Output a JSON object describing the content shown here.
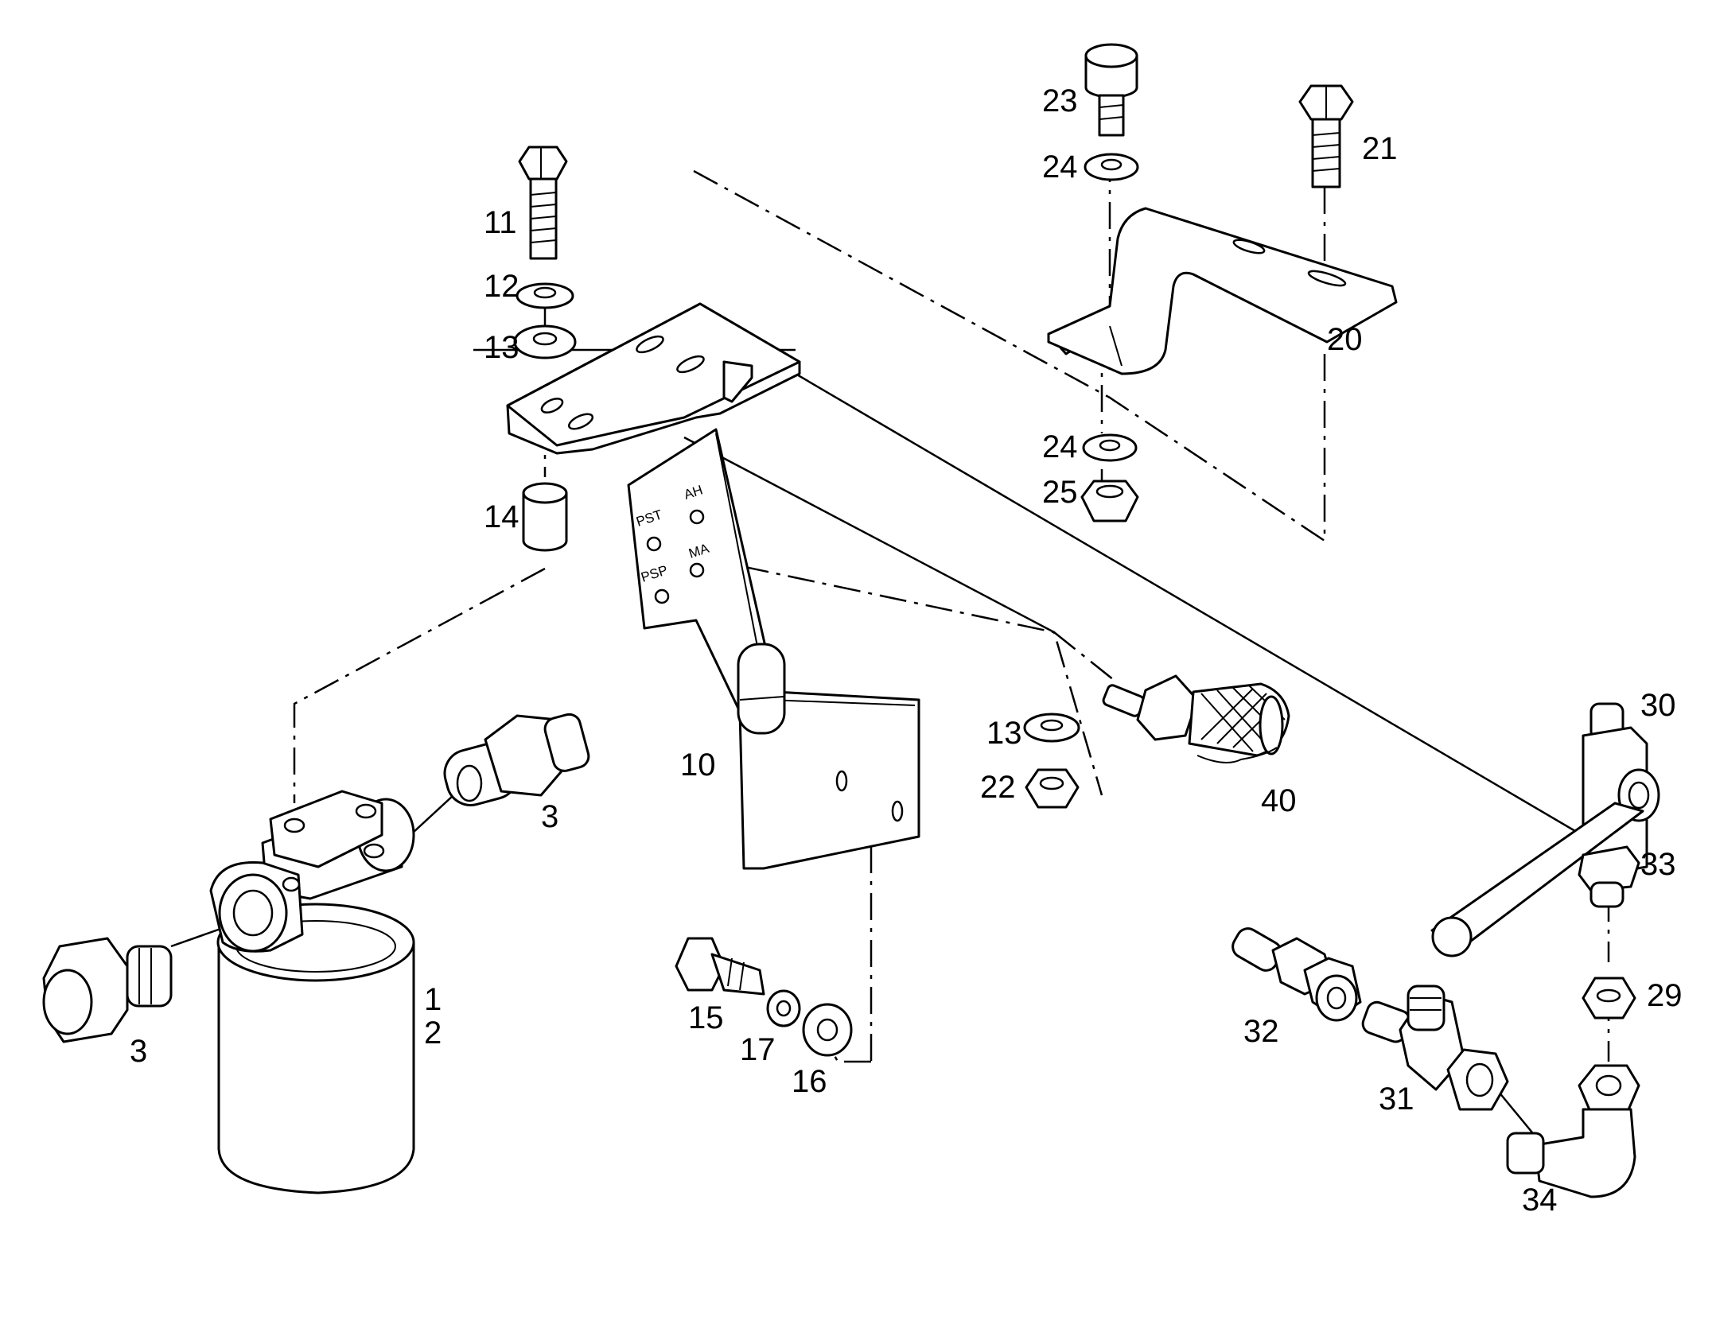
{
  "callouts": {
    "c1": "1",
    "c2": "2",
    "c3a": "3",
    "c3b": "3",
    "c10": "10",
    "c11": "11",
    "c12": "12",
    "c13a": "13",
    "c13b": "13",
    "c14": "14",
    "c15": "15",
    "c16": "16",
    "c17": "17",
    "c20": "20",
    "c21": "21",
    "c22": "22",
    "c23": "23",
    "c24a": "24",
    "c24b": "24",
    "c25": "25",
    "c29": "29",
    "c30": "30",
    "c31": "31",
    "c32": "32",
    "c33": "33",
    "c34": "34",
    "c40": "40"
  },
  "bracket_stamps": {
    "pst": "PST",
    "ah": "AH",
    "psp": "PSP",
    "ma": "MA"
  }
}
